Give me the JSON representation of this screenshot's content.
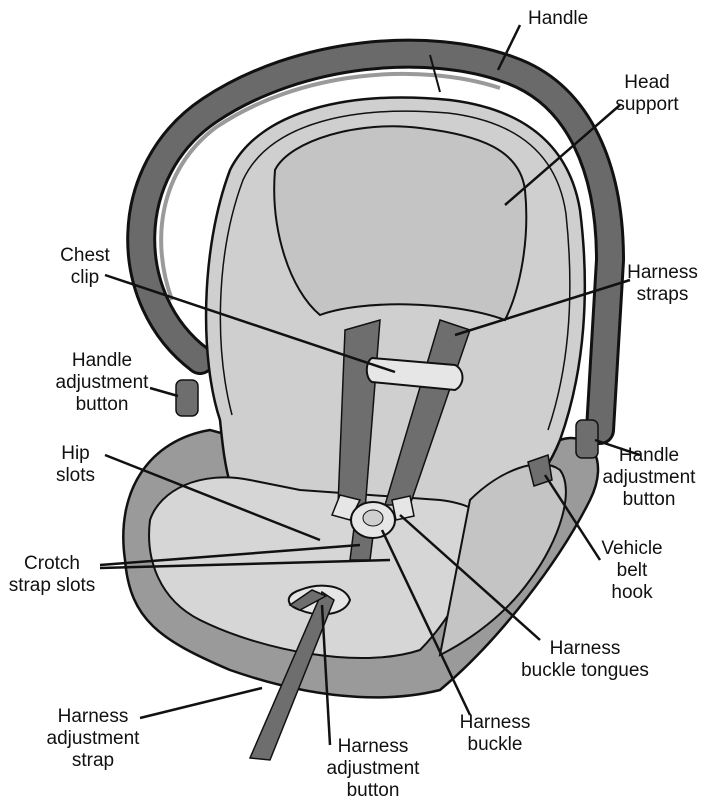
{
  "colors": {
    "outline": "#111111",
    "shell_fill": "#cfcfcf",
    "shell_dark": "#9a9a9a",
    "strap_fill": "#6e6e6e",
    "handle_fill": "#6a6a6a",
    "background": "#ffffff"
  },
  "labels": {
    "handle": [
      "Handle"
    ],
    "head_support": [
      "Head",
      "support"
    ],
    "chest_clip": [
      "Chest",
      "clip"
    ],
    "harness_straps": [
      "Harness",
      "straps"
    ],
    "handle_adjust_left": [
      "Handle",
      "adjustment",
      "button"
    ],
    "handle_adjust_right": [
      "Handle",
      "adjustment",
      "button"
    ],
    "hip_slots": [
      "Hip",
      "slots"
    ],
    "vehicle_belt_hook": [
      "Vehicle",
      "belt",
      "hook"
    ],
    "crotch_strap_slots": [
      "Crotch",
      "strap slots"
    ],
    "harness_buckle_tongues": [
      "Harness",
      "buckle tongues"
    ],
    "harness_buckle": [
      "Harness",
      "buckle"
    ],
    "harness_adjustment_strap": [
      "Harness",
      "adjustment",
      "strap"
    ],
    "harness_adjustment_button": [
      "Harness",
      "adjustment",
      "button"
    ]
  }
}
